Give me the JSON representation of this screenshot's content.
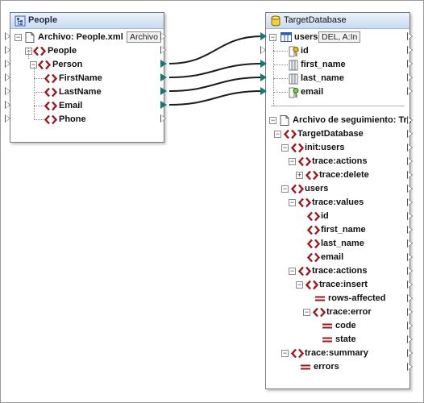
{
  "people": {
    "title": "People",
    "file_row": {
      "label": "Archivo: People.xml",
      "badge": "Archivo"
    },
    "nodes": [
      {
        "label": "People"
      },
      {
        "label": "Person"
      },
      {
        "label": "FirstName"
      },
      {
        "label": "LastName"
      },
      {
        "label": "Email"
      },
      {
        "label": "Phone"
      }
    ]
  },
  "target": {
    "title": "TargetDatabase",
    "table_row": {
      "label": "users",
      "badge": "DEL, A:In"
    },
    "columns": [
      {
        "label": "id",
        "icon": "key-icon"
      },
      {
        "label": "first_name",
        "icon": "column-icon"
      },
      {
        "label": "last_name",
        "icon": "column-icon"
      },
      {
        "label": "email",
        "icon": "unique-key-icon"
      }
    ],
    "trace_file": "Archivo de seguimiento: Tra",
    "trace_nodes": [
      {
        "label": "TargetDatabase"
      },
      {
        "label": "init:users"
      },
      {
        "label": "trace:actions"
      },
      {
        "label": "trace:delete"
      },
      {
        "label": "users"
      },
      {
        "label": "trace:values"
      },
      {
        "label": "id"
      },
      {
        "label": "first_name"
      },
      {
        "label": "last_name"
      },
      {
        "label": "email"
      },
      {
        "label": "trace:actions"
      },
      {
        "label": "trace:insert"
      },
      {
        "label": "rows-affected"
      },
      {
        "label": "trace:error"
      },
      {
        "label": "code"
      },
      {
        "label": "state"
      },
      {
        "label": "trace:summary"
      },
      {
        "label": "errors"
      }
    ]
  },
  "colors": {
    "connector": "#14625c",
    "element_icon": "#a2141c",
    "header_gradient_top": "#eaf2fb",
    "header_gradient_bottom": "#c9dbf1"
  }
}
